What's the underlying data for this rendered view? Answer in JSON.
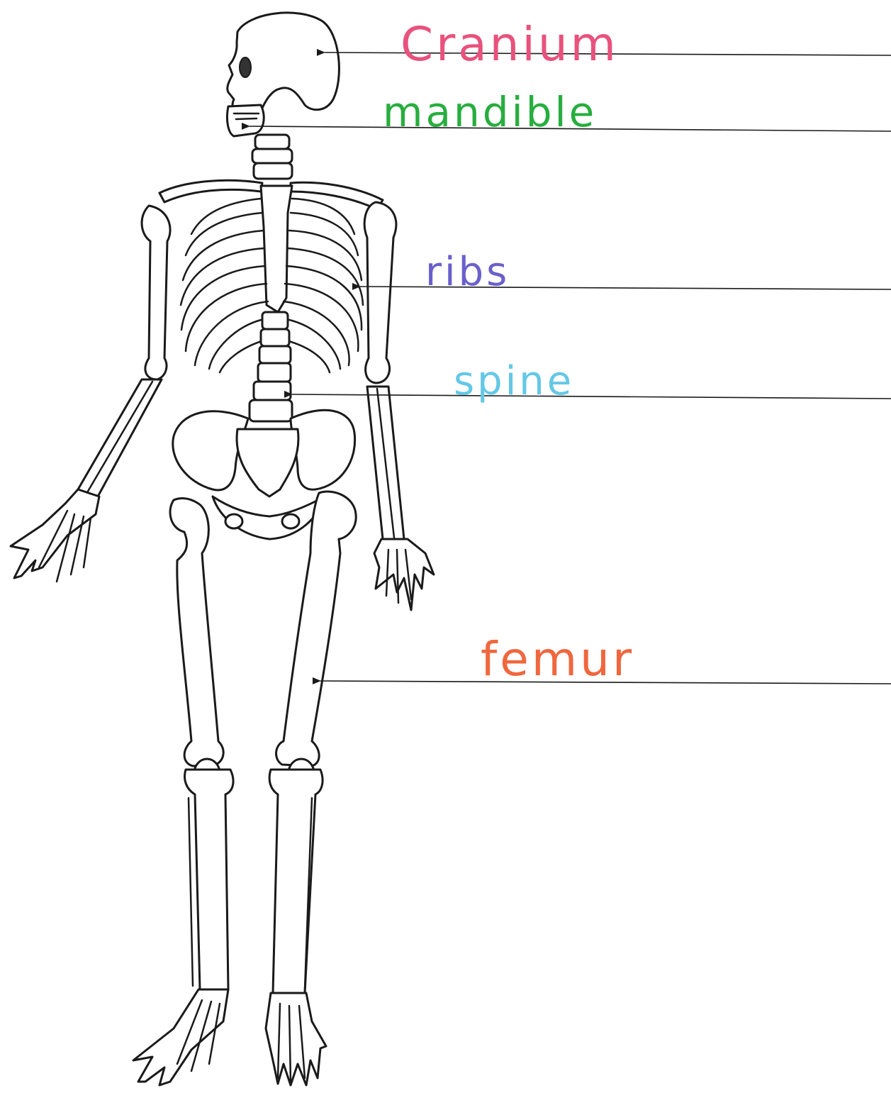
{
  "labels": [
    {
      "id": "cranium",
      "text": "Cranium",
      "color": "#e8527c"
    },
    {
      "id": "mandible",
      "text": "mandible",
      "color": "#27ae3e"
    },
    {
      "id": "ribs",
      "text": "ribs",
      "color": "#6a60cc"
    },
    {
      "id": "spine",
      "text": "spine",
      "color": "#63c8e6"
    },
    {
      "id": "femur",
      "text": "femur",
      "color": "#f0673e"
    }
  ],
  "colors": {
    "ink": "#1a1a1a",
    "paper": "#ffffff"
  }
}
